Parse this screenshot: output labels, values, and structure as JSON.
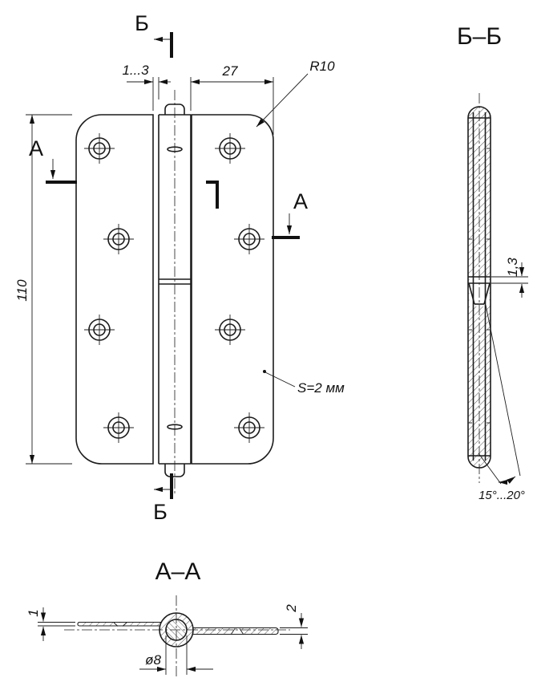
{
  "drawing": {
    "view_titles": {
      "section_bb": "Б–Б",
      "section_aa": "А–А"
    },
    "cut_labels": {
      "b": "Б",
      "a": "А"
    },
    "dimensions": {
      "gap": "1...3",
      "leaf_width": "27",
      "corner_radius": "R10",
      "height": "110",
      "thickness_note": "S=2 мм",
      "knuckle_clearance": "1,3",
      "chamfer_angle": "15°...20°",
      "left_plate_thickness": "1",
      "right_plate_thickness": "2",
      "pin_diameter": "ø8"
    }
  }
}
